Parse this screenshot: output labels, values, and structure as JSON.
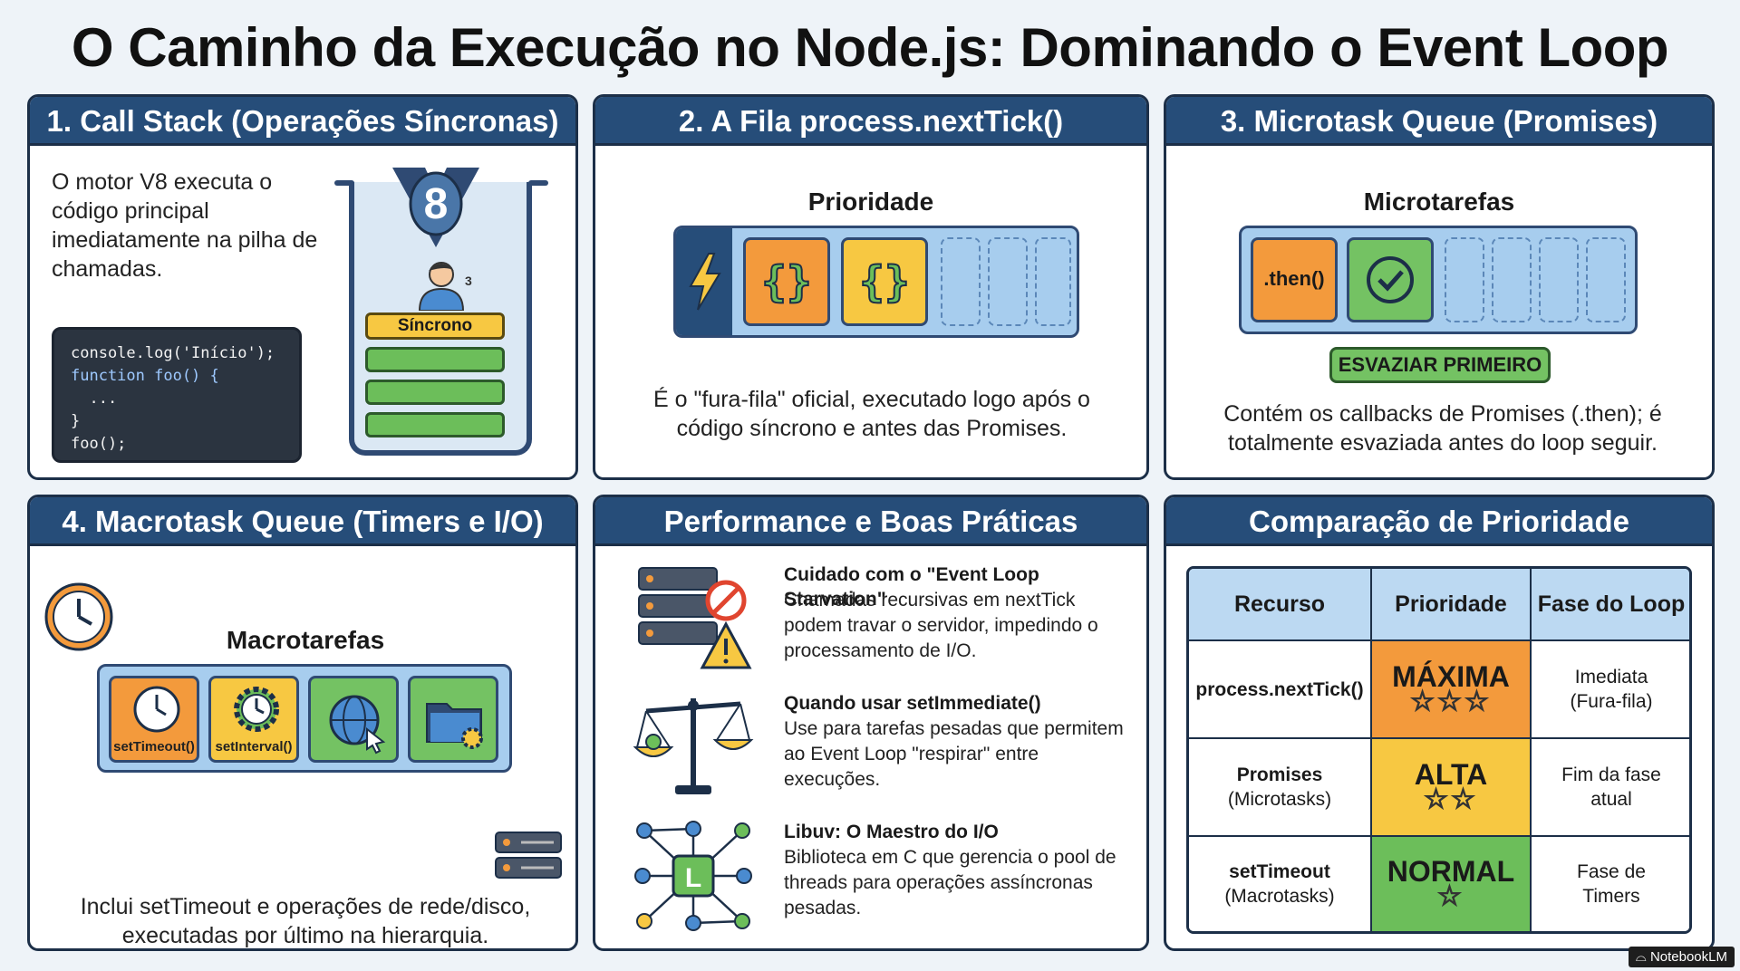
{
  "title": "O Caminho da Execução no Node.js: Dominando o Event Loop",
  "cards": {
    "call_stack": {
      "heading": "1. Call Stack (Operações Síncronas)",
      "text": "O motor V8 executa o código principal imediatamente na pilha de chamadas.",
      "code": [
        "console.log('Início');",
        "function foo() {",
        "  ...",
        "}",
        "foo();"
      ],
      "stack_label": "Síncrono",
      "v8_label": "8"
    },
    "next_tick": {
      "heading": "2. A Fila process.nextTick()",
      "queue_label": "Prioridade",
      "text": "É o \"fura-fila\" oficial, executado logo após o código síncrono e antes das Promises."
    },
    "microtask": {
      "heading": "3. Microtask Queue (Promises)",
      "queue_label": "Microtarefas",
      "then_label": ".then()",
      "badge": "ESVAZIAR PRIMEIRO",
      "text": "Contém os callbacks de Promises (.then); é totalmente esvaziada antes do loop seguir."
    },
    "macrotask": {
      "heading": "4. Macrotask Queue (Timers e I/O)",
      "queue_label": "Macrotarefas",
      "slots": [
        "setTimeout()",
        "setInterval()"
      ],
      "text": "Inclui setTimeout e operações de rede/disco, executadas por último na hierarquia."
    },
    "performance": {
      "heading": "Performance e Boas Práticas",
      "items": [
        {
          "title": "Cuidado com o \"Event Loop Starvation\"",
          "text": "Chamadas recursivas em nextTick podem travar o servidor, impedindo o processamento de I/O."
        },
        {
          "title": "Quando usar setImmediate()",
          "text": "Use para tarefas pesadas que permitem ao Event Loop \"respirar\" entre execuções."
        },
        {
          "title": "Libuv: O Maestro do I/O",
          "text": "Biblioteca em C que gerencia o pool de threads para operações assíncronas pesadas."
        }
      ]
    },
    "comparison": {
      "heading": "Comparação de Prioridade",
      "headers": [
        "Recurso",
        "Prioridade",
        "Fase do Loop"
      ],
      "rows": [
        {
          "resource": "process.nextTick()",
          "resource_sub": "",
          "priority": "MÁXIMA",
          "stars": "☆☆☆",
          "phase": "Imediata (Fura-fila)",
          "color": "#f39a3c"
        },
        {
          "resource": "Promises",
          "resource_sub": "(Microtasks)",
          "priority": "ALTA",
          "stars": "☆☆",
          "phase": "Fim da fase atual",
          "color": "#f7c842"
        },
        {
          "resource": "setTimeout",
          "resource_sub": "(Macrotasks)",
          "priority": "NORMAL",
          "stars": "☆",
          "phase": "Fase de Timers",
          "color": "#6cbe5a"
        }
      ]
    }
  },
  "footer": "NotebookLM",
  "colors": {
    "header": "#264d79",
    "border": "#1c2f48",
    "orange": "#f39a3c",
    "yellow": "#f7c842",
    "green": "#6cbe5a",
    "queue": "#a7cdee"
  }
}
